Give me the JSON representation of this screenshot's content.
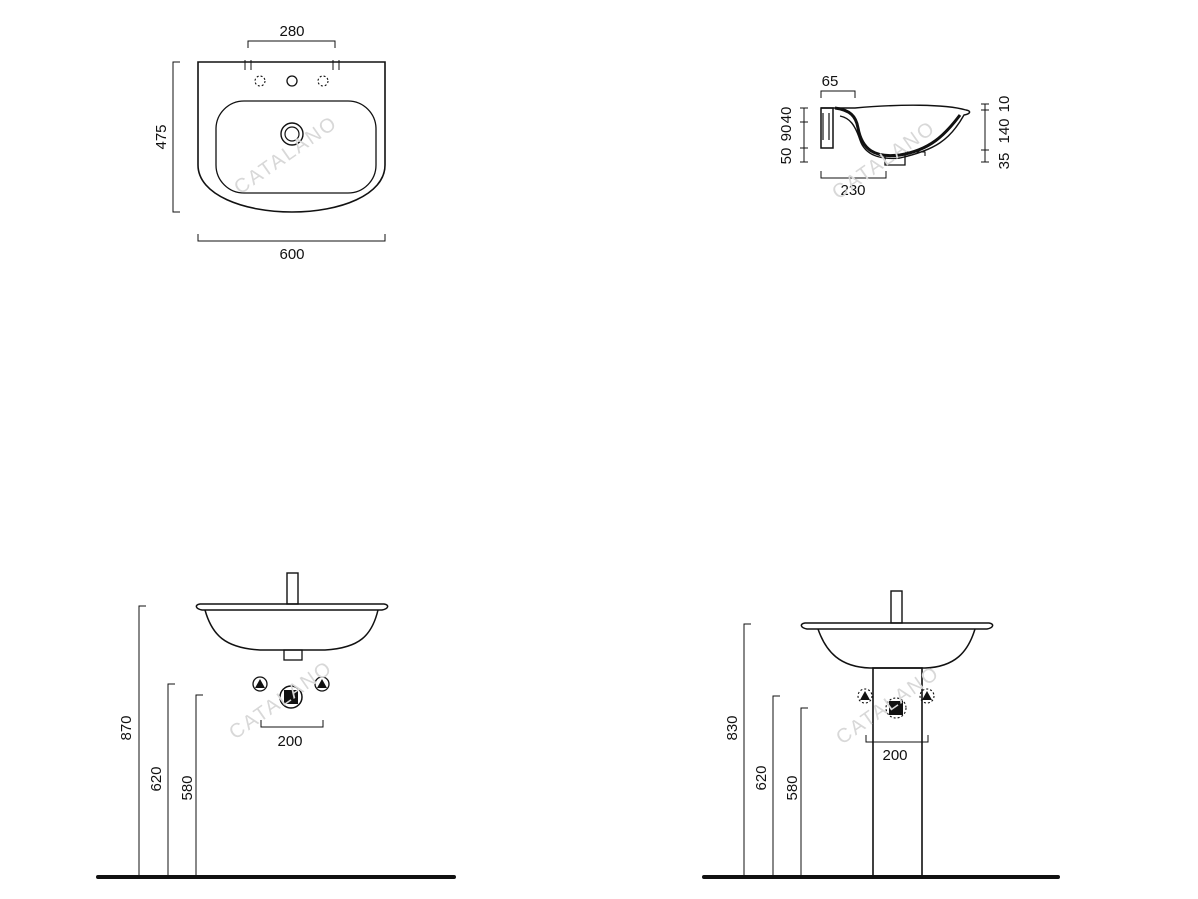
{
  "watermark": "CATALANO",
  "colors": {
    "line": "#111111",
    "floor": "#111111",
    "watermark": "#d8d8d8",
    "background": "#ffffff"
  },
  "top_view": {
    "hole_spacing": "280",
    "depth": "475",
    "width": "600"
  },
  "side_section": {
    "overflow_offset": "65",
    "left_dims": [
      "40",
      "90",
      "50"
    ],
    "right_dims": [
      "10",
      "140",
      "35"
    ],
    "bowl_depth": "230"
  },
  "front_wall_hung": {
    "height_rim": "870",
    "height_trap_top": "620",
    "height_trap_bottom": "580",
    "supply_spacing": "200"
  },
  "front_pedestal": {
    "height_rim": "830",
    "height_trap_top": "620",
    "height_trap_bottom": "580",
    "supply_spacing": "200"
  }
}
